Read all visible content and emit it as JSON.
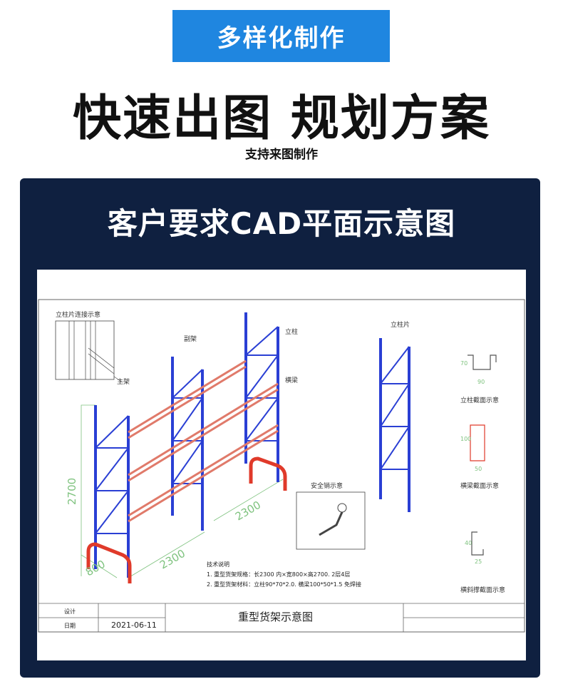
{
  "header": {
    "badge": "多样化制作",
    "headline": "快速出图 规划方案",
    "subtitle": "支持来图制作"
  },
  "panel": {
    "title": "客户要求CAD平面示意图"
  },
  "drawing": {
    "labels": {
      "column_connect": "立柱片连接示意",
      "main_frame": "主架",
      "aux_frame": "副架",
      "upright": "立柱",
      "beam": "横梁",
      "upright_piece": "立柱片",
      "safety_pin": "安全销示意",
      "upright_section": "立柱截面示意",
      "beam_section": "横梁截面示意",
      "brace_section": "横斜撑截面示意"
    },
    "dims": {
      "height": "2700",
      "depth": "800",
      "span1": "2300",
      "span2": "2300",
      "upright_h": "70",
      "upright_w": "90",
      "beam_h": "100",
      "beam_w": "50",
      "brace_h": "40",
      "brace_w": "25"
    },
    "notes": {
      "title": "技术说明",
      "line1": "1. 重型货架规格：长2300 内×宽800×高2700. 2层4层",
      "line2": "2. 重型货架材料：立柱90*70*2.0. 横梁100*50*1.5 免焊接"
    },
    "title_block": {
      "design_label": "设计",
      "date_label": "日期",
      "date": "2021-06-11",
      "drawing_name": "重型货架示意图"
    }
  },
  "colors": {
    "badge": "#1f86e0",
    "panel": "#0f2040",
    "upright": "#2a3fd4",
    "beam": "#e07a6a",
    "dimension": "#7ec27e"
  }
}
